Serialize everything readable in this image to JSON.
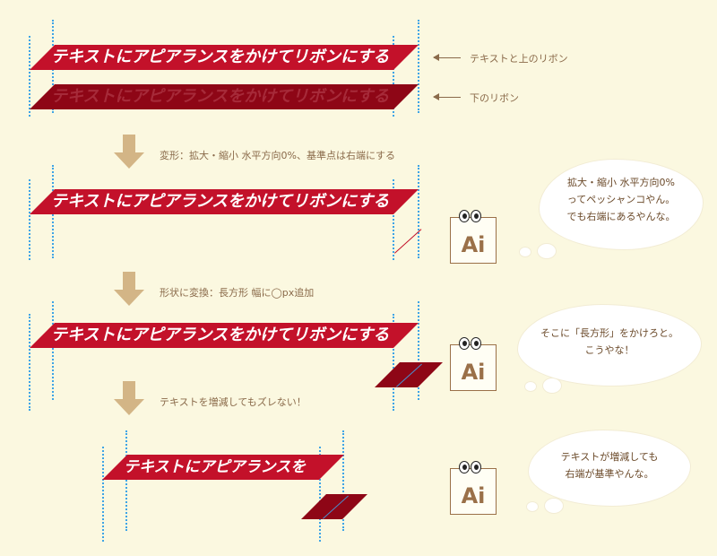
{
  "ribbon_text": "テキストにアピアランスをかけてリボンにする",
  "ribbon_text_short": "テキストにアピアランスを",
  "legend": {
    "top_label": "テキストと上のリボン",
    "bottom_label": "下のリボン"
  },
  "steps": {
    "step1": "変形：拡大・縮小 水平方向0%、基準点は右端にする",
    "step2": "形状に変換：長方形 幅に◯px追加",
    "step3": "テキストを増減してもズレない！"
  },
  "ai_label": "Ai",
  "bubbles": {
    "b1": [
      "拡大・縮小 水平方向0%",
      "ってペッシャンコやん。",
      "でも右端にあるやんな。"
    ],
    "b2": [
      "そこに「長方形」をかけろと。",
      "こうやな！"
    ],
    "b3": [
      "テキストが増減しても",
      "右端が基準やんな。"
    ]
  },
  "colors": {
    "background": "#fbf8e0",
    "ribbon": "#c3112a",
    "ribbon_dark": "#8e0616",
    "guide": "#3ea4e6",
    "arrow": "#d3b586",
    "label": "#8a6a4a"
  }
}
